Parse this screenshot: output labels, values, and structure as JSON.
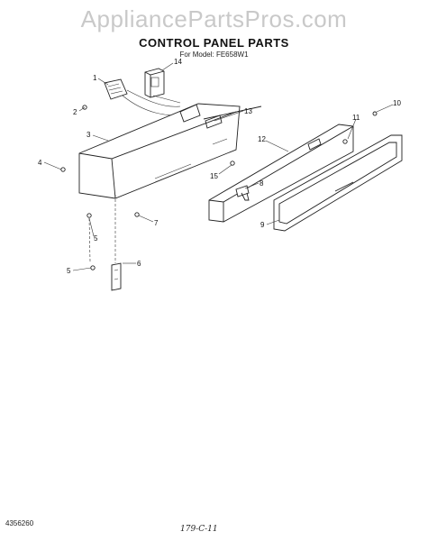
{
  "watermark": "AppliancePartsPros.com",
  "title": "CONTROL PANEL PARTS",
  "subtitle": "For Model: FE658W1",
  "doc_number": "4356260",
  "handwritten_code": "179-C-11",
  "callouts": [
    "1",
    "2",
    "3",
    "4",
    "5",
    "5",
    "6",
    "7",
    "8",
    "9",
    "10",
    "11",
    "12",
    "13",
    "14",
    "15"
  ]
}
